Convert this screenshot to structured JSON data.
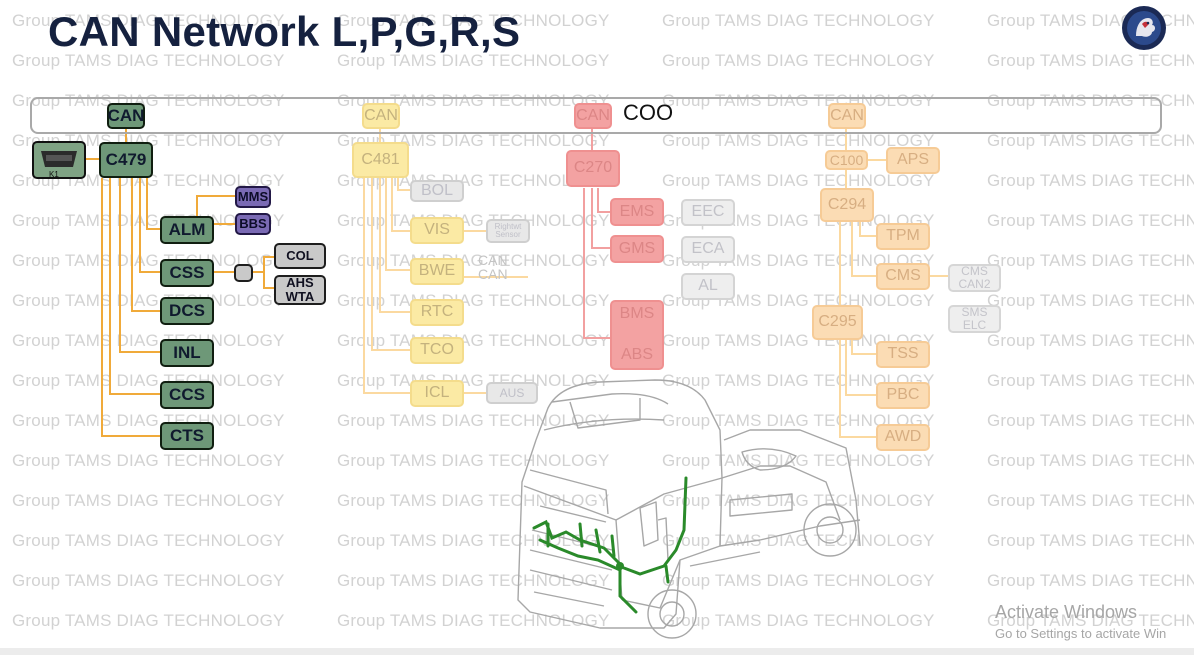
{
  "title": "CAN Network L,P,G,R,S",
  "watermark_text": "Group TAMS DIAG TECHNOLOGY",
  "backbone_label": "COO",
  "icons": {
    "logo": "scania-griffin-logo-icon",
    "connector": "obd-connector-icon",
    "vehicle": "truck-tractor-illustration"
  },
  "colors": {
    "green": "#6e9878",
    "purple": "#7a6ab4",
    "grey": "#c9c9c9",
    "yellow": "#fbeaa4",
    "red": "#f3a2a2",
    "orange": "#fbdcb4",
    "wire_orange": "#f0aa3a",
    "wire_yellow": "#fbd9a0",
    "wire_red": "#f2a0a0",
    "harness_green": "#2a8a2a",
    "title": "#15213f"
  },
  "connector": {
    "label": "K1"
  },
  "green_group": {
    "can": "CAN",
    "gateway": "C479",
    "nodes": [
      "ALM",
      "CSS",
      "DCS",
      "INL",
      "CCS",
      "CTS"
    ],
    "sub": {
      "mms": "MMS",
      "bbs": "BBS",
      "col": "COL",
      "ahs": "AHS",
      "wta": "WTA"
    }
  },
  "yellow_group": {
    "can": "CAN",
    "gateway": "C481",
    "nodes": [
      "BOL",
      "VIS",
      "BWE",
      "RTC",
      "TCO",
      "ICL"
    ],
    "sub": {
      "aus": "AUS",
      "sensor_line1": "Rightwt",
      "sensor_line2": "Sensor"
    },
    "can_labels": [
      "CAN",
      "CAN"
    ]
  },
  "red_group": {
    "can": "CAN",
    "gateway": "C270",
    "nodes": [
      "EMS",
      "GMS"
    ],
    "bms": "BMS",
    "abs": "ABS",
    "sub": [
      "EEC",
      "ECA",
      "AL"
    ]
  },
  "orange_group": {
    "can": "CAN",
    "gw1": "C100",
    "aps": "APS",
    "gw2": "C294",
    "tpm": "TPM",
    "cms": "CMS",
    "cms_can2_line1": "CMS",
    "cms_can2_line2": "CAN2",
    "gw3": "C295",
    "sms_elc_line1": "SMS",
    "sms_elc_line2": "ELC",
    "nodes": [
      "TSS",
      "PBC",
      "AWD"
    ]
  },
  "os_notice": {
    "title": "Activate Windows",
    "subtitle": "Go to Settings to activate Win"
  }
}
